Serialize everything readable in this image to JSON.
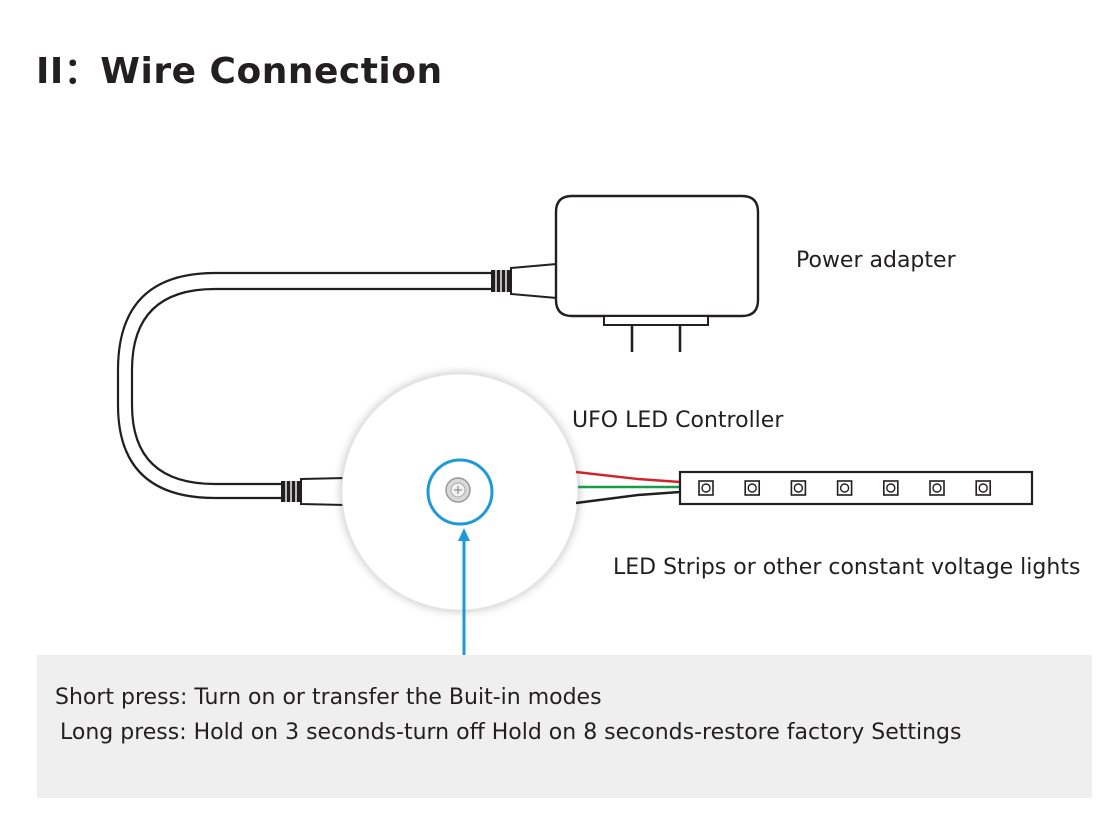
{
  "title": "II：Wire Connection",
  "labels": {
    "power_adapter": "Power adapter",
    "controller": "UFO LED Controller",
    "led_strips": "LED Strips or other constant voltage lights"
  },
  "instructions": {
    "short_press": "Short press: Turn on or transfer the Buit-in modes",
    "long_press": "Long press: Hold on 3 seconds-turn off Hold on 8 seconds-restore factory Settings"
  },
  "colors": {
    "accent": "#1e9ad6",
    "wire_red": "#d2232a",
    "wire_green": "#1a9b4a",
    "wire_black": "#231f20",
    "info_background": "#efefef"
  },
  "icons": {
    "controller_button": "button-icon",
    "strip_led": "led-chip-icon"
  }
}
